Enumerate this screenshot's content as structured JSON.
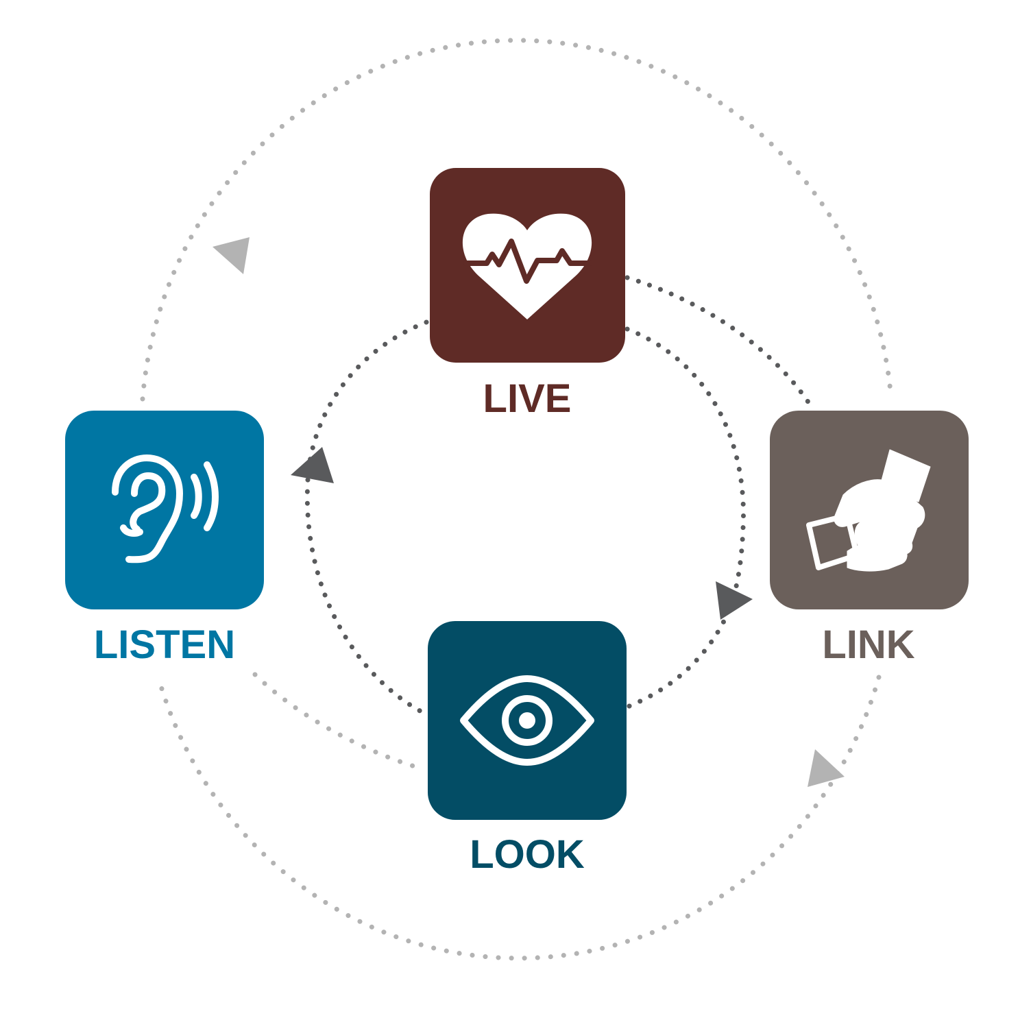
{
  "steps": [
    {
      "id": "live",
      "label": "LIVE",
      "icon": "heartbeat-icon",
      "color": "#5f2b26"
    },
    {
      "id": "link",
      "label": "LINK",
      "icon": "handshake-icon",
      "color": "#6b605b"
    },
    {
      "id": "look",
      "label": "LOOK",
      "icon": "eye-icon",
      "color": "#034d65"
    },
    {
      "id": "listen",
      "label": "LISTEN",
      "icon": "ear-listening-icon",
      "color": "#0076a3"
    }
  ],
  "colors": {
    "inner_cycle": "#595a5c",
    "outer_cycle": "#b3b3b3",
    "icon_fill": "#ffffff",
    "background": "#ffffff"
  }
}
